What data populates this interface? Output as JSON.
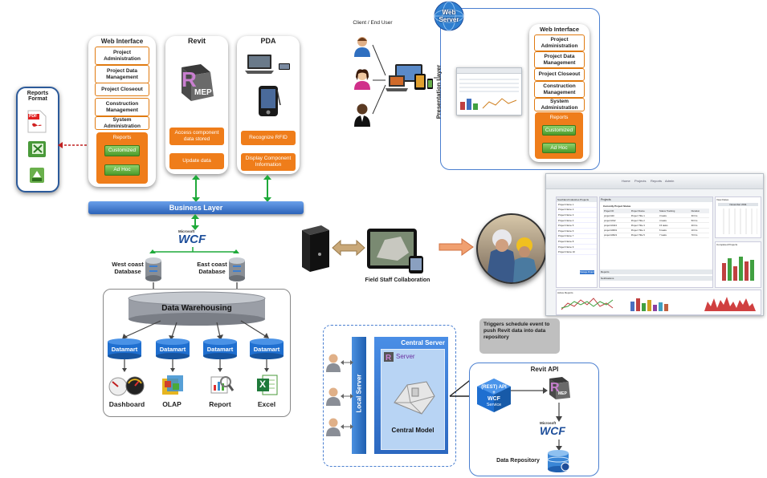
{
  "reports_format": {
    "title": "Reports Format",
    "pdf_label": "PDF"
  },
  "web_interface_left": {
    "title": "Web Interface",
    "items": [
      "Project Administration",
      "Project Data Management",
      "Project Closeout",
      "Construction Management",
      "System Administration"
    ],
    "reports": {
      "title": "Reports",
      "customized": "Customized",
      "adhoc": "Ad Hoc"
    }
  },
  "revit": {
    "title": "Revit",
    "logo": "MEP",
    "btn1": "Access component data stored",
    "btn2": "Update data"
  },
  "pda": {
    "title": "PDA",
    "btn1": "Recognize RFID",
    "btn2": "Display Component Information"
  },
  "business_layer": "Business Layer",
  "wcf": {
    "small": "Microsoft",
    "big": "WCF"
  },
  "west_db": "West coast Database",
  "east_db": "East coast Database",
  "data_warehousing": "Data Warehousing",
  "datamart": "Datamart",
  "outputs": [
    "Dashboard",
    "OLAP",
    "Report",
    "Excel"
  ],
  "excel_letter": "X",
  "client_end_user": "Client / End User",
  "web_server": "Web Server",
  "presentation_layer": "Presentation Layer",
  "web_interface_right": {
    "title": "Web Interface",
    "items": [
      "Project Administration",
      "Project Data Management",
      "Project Closeout",
      "Construction Management",
      "System Administration"
    ],
    "reports": {
      "title": "Reports",
      "customized": "Customized",
      "adhoc": "Ad Hoc"
    }
  },
  "field_staff": "Field Staff Collaboration",
  "triggers": "Triggers schedule event to push Revit data into data repository",
  "local_server": "Local Server",
  "central_server": "Central Server",
  "server": "Server",
  "central_model": "Central Model",
  "revit_api": "Revit API",
  "rest_api": {
    "line1": "(REST) API",
    "plus": "+",
    "wcf": "WCF",
    "service": "Service"
  },
  "data_repository": "Data Repository",
  "dashboard_shot": {
    "nav": [
      "Home",
      "Projects",
      "Reports",
      "Admin"
    ],
    "left_title": "Southland Industries Projects",
    "project_rows": [
      "Project Name 1",
      "Project Name 2",
      "Project Name 3",
      "Project Name 4",
      "Project Name 5",
      "Project Name 6",
      "Project Name 7",
      "Project Name 8",
      "Project Name 9",
      "Project Name 10"
    ],
    "center_title": "Projects",
    "status_title": "Currently Project Status",
    "columns": [
      "Project ID",
      "Project Name",
      "Status Tracking",
      "Duration"
    ],
    "rows": [
      [
        "project110",
        "Project Title 1",
        "3 tasks",
        "30 hrs"
      ],
      [
        "project1012",
        "Project Title 2",
        "4 tasks",
        "50 hrs"
      ],
      [
        "project10113",
        "Project Title 3",
        "15 tasks",
        "40 hrs"
      ],
      [
        "project10001",
        "Project Title 4",
        "6 tasks",
        "10 hrs"
      ],
      [
        "project10021",
        "Project Title 5",
        "7 tasks",
        "70 hrs"
      ]
    ],
    "reports_tab": "Reports",
    "notifications_tab": "Notifications",
    "manage_btn": "Manage Project",
    "view_dates": "View Dates",
    "calendar_month": "November 2011",
    "completed": "Completed Projects",
    "active_reports": "Active Reports"
  },
  "colors": {
    "orange": "#ef7d1a",
    "green": "#5aae35",
    "blue": "#2f7fd0",
    "business_blue": "#3f7ed6",
    "datamart_blue": "#1f6fd0"
  }
}
